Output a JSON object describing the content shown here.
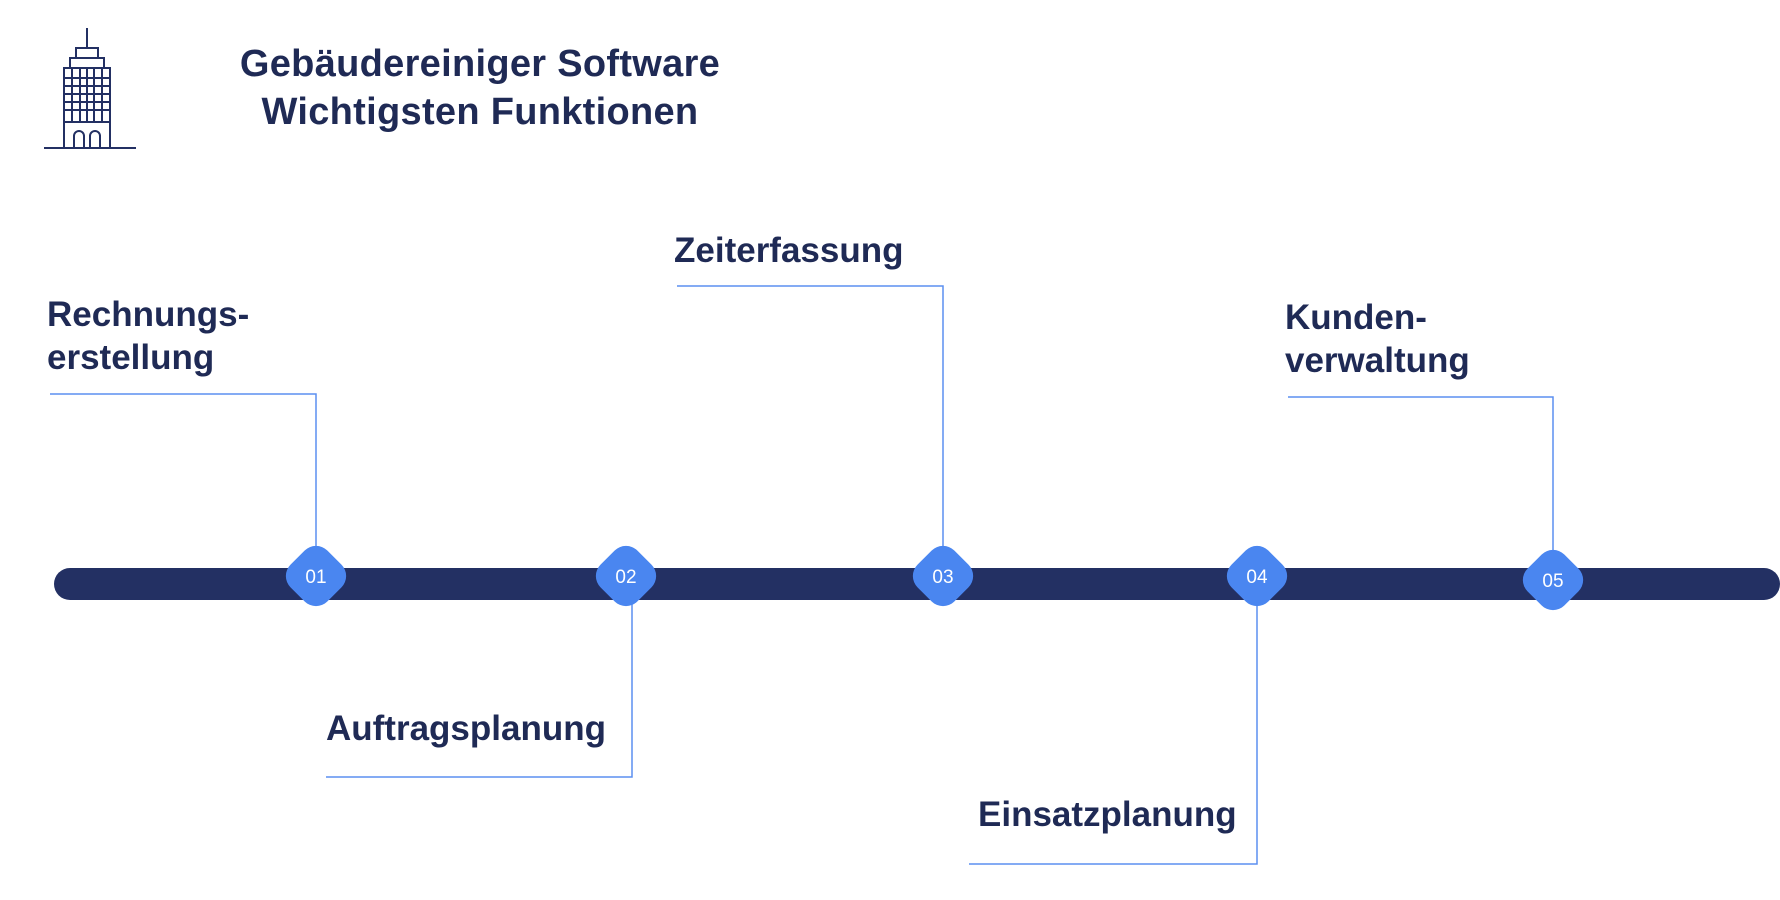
{
  "title": {
    "line1": "Gebäudereiniger Software",
    "line2": "Wichtigsten Funktionen"
  },
  "icons": {
    "header": "building-icon"
  },
  "colors": {
    "timeline_bar": "#233063",
    "marker": "#4a86f0",
    "connector": "#5b8ff0",
    "text": "#1f2a55"
  },
  "steps": [
    {
      "number": "01",
      "label_lines": [
        "Rechnungs-",
        "erstellung"
      ]
    },
    {
      "number": "02",
      "label_lines": [
        "Auftragsplanung"
      ]
    },
    {
      "number": "03",
      "label_lines": [
        "Zeiterfassung"
      ]
    },
    {
      "number": "04",
      "label_lines": [
        "Einsatzplanung"
      ]
    },
    {
      "number": "05",
      "label_lines": [
        "Kunden-",
        "verwaltung"
      ]
    }
  ]
}
